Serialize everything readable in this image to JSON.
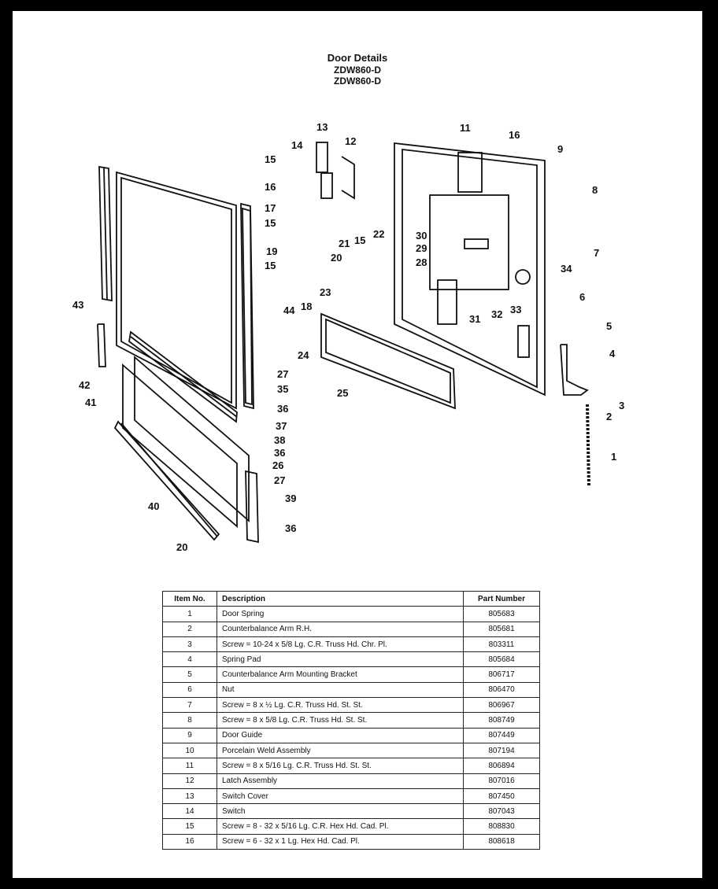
{
  "title": {
    "main": "Door Details",
    "models": [
      "ZDW860-D",
      "ZDW860-D"
    ]
  },
  "callouts": [
    "1",
    "2",
    "3",
    "4",
    "5",
    "6",
    "7",
    "8",
    "9",
    "11",
    "12",
    "13",
    "14",
    "15",
    "15",
    "15",
    "15",
    "16",
    "16",
    "17",
    "18",
    "19",
    "20",
    "20",
    "21",
    "22",
    "23",
    "24",
    "25",
    "26",
    "27",
    "27",
    "28",
    "29",
    "30",
    "31",
    "32",
    "33",
    "34",
    "35",
    "36",
    "36",
    "36",
    "37",
    "38",
    "39",
    "40",
    "41",
    "42",
    "43",
    "44"
  ],
  "table": {
    "headers": {
      "item": "Item No.",
      "description": "Description",
      "part": "Part Number"
    },
    "rows": [
      {
        "item": "1",
        "description": "Door Spring",
        "part": "805683"
      },
      {
        "item": "2",
        "description": "Counterbalance Arm R.H.",
        "part": "805681"
      },
      {
        "item": "3",
        "description": "Screw = 10-24 x 5/8 Lg. C.R. Truss Hd. Chr. Pl.",
        "part": "803311"
      },
      {
        "item": "4",
        "description": "Spring Pad",
        "part": "805684"
      },
      {
        "item": "5",
        "description": "Counterbalance Arm Mounting Bracket",
        "part": "806717"
      },
      {
        "item": "6",
        "description": "Nut",
        "part": "806470"
      },
      {
        "item": "7",
        "description": "Screw = 8 x ½ Lg. C.R. Truss Hd. St. St.",
        "part": "806967"
      },
      {
        "item": "8",
        "description": "Screw = 8 x 5/8 Lg. C.R. Truss Hd. St. St.",
        "part": "808749"
      },
      {
        "item": "9",
        "description": "Door Guide",
        "part": "807449"
      },
      {
        "item": "10",
        "description": "Porcelain Weld Assembly",
        "part": "807194"
      },
      {
        "item": "11",
        "description": "Screw = 8 x 5/16 Lg. C.R. Truss Hd. St. St.",
        "part": "806894"
      },
      {
        "item": "12",
        "description": "Latch Assembly",
        "part": "807016"
      },
      {
        "item": "13",
        "description": "Switch Cover",
        "part": "807450"
      },
      {
        "item": "14",
        "description": "Switch",
        "part": "807043"
      },
      {
        "item": "15",
        "description": "Screw = 8 - 32 x 5/16 Lg. C.R. Hex Hd. Cad. Pl.",
        "part": "808830"
      },
      {
        "item": "16",
        "description": "Screw = 6 - 32 x 1 Lg. Hex Hd. Cad. Pl.",
        "part": "808618"
      }
    ]
  }
}
